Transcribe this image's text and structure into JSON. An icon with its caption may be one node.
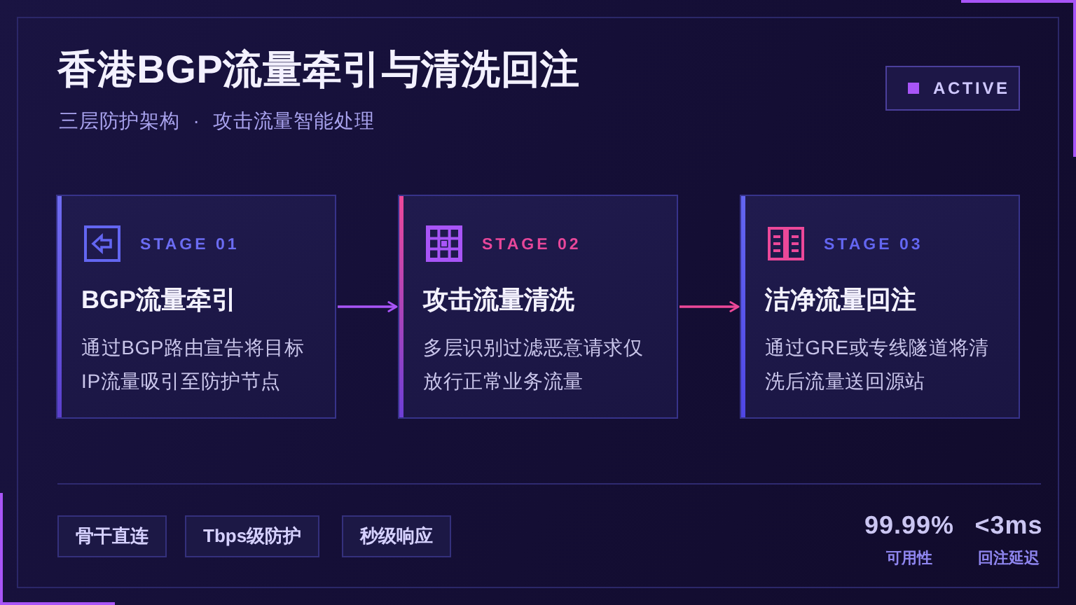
{
  "diagram": {
    "title": "香港BGP流量牵引与清洗回注",
    "nodes": [
      {
        "text": [
          "ACTIVE"
        ]
      },
      {
        "text": [
          "STAGE 01",
          "BGP流量牵引",
          "通过BGP路由宣告将目标IP流量吸引至防护节点"
        ]
      },
      {
        "text": [
          "STAGE 02",
          "攻击流量清洗",
          "多层识别过滤恶意请求仅放行正常业务流量"
        ]
      },
      {
        "text": [
          "STAGE 03",
          "洁净流量回注",
          "通过GRE或专线隧道将清洗后流量送回源站"
        ]
      },
      {
        "text": [
          "骨干直连"
        ]
      },
      {
        "text": [
          "Tbps级防护"
        ]
      },
      {
        "text": [
          "秒级响应"
        ]
      }
    ],
    "edges": [
      {
        "from": 1,
        "to": 2,
        "arrow": "to",
        "color": "#a855f7"
      },
      {
        "from": 2,
        "to": 3,
        "arrow": "to",
        "color": "#ec4899"
      }
    ],
    "labels": [
      "三层防护架构 · 攻击流量智能处理",
      "99.99%",
      "可用性",
      "<3ms",
      "回注延迟"
    ]
  }
}
